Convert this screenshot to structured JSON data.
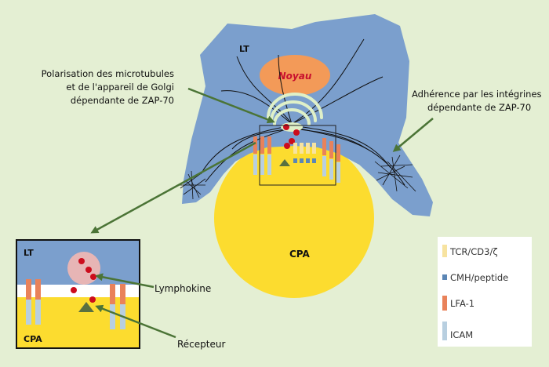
{
  "labels": {
    "lt_main": "LT",
    "noyau": "Noyau",
    "cpa_main": "CPA",
    "polarisation": [
      "Polarisation des microtubules",
      "et de l'appareil de Golgi",
      "dépendante de ZAP-70"
    ],
    "adherence": [
      "Adhérence par les intégrines",
      "dépendante de ZAP-70"
    ],
    "inset_lt": "LT",
    "inset_cpa": "CPA",
    "lymphokine": "Lymphokine",
    "recepteur": "Récepteur"
  },
  "legend": [
    {
      "label": "TCR/CD3/ζ",
      "color": "#f7e3a0"
    },
    {
      "label": "CMH/peptide",
      "color": "#5b86b5"
    },
    {
      "label": "LFA-1",
      "color": "#e9825a"
    },
    {
      "label": "ICAM",
      "color": "#b8cfe0"
    }
  ],
  "colors": {
    "background": "#e4efd3",
    "lt_cell": "#7b9fcd",
    "cpa_cell": "#fcdc2f",
    "nucleus": "#f39a58",
    "nucleus_text": "#c8102e",
    "golgi": "#dff0c8",
    "granule": "#cc0c1c",
    "arrow": "#4b7436",
    "receptor": "#5a7040",
    "lymphokine_vesicle": "#e7b5b5"
  }
}
